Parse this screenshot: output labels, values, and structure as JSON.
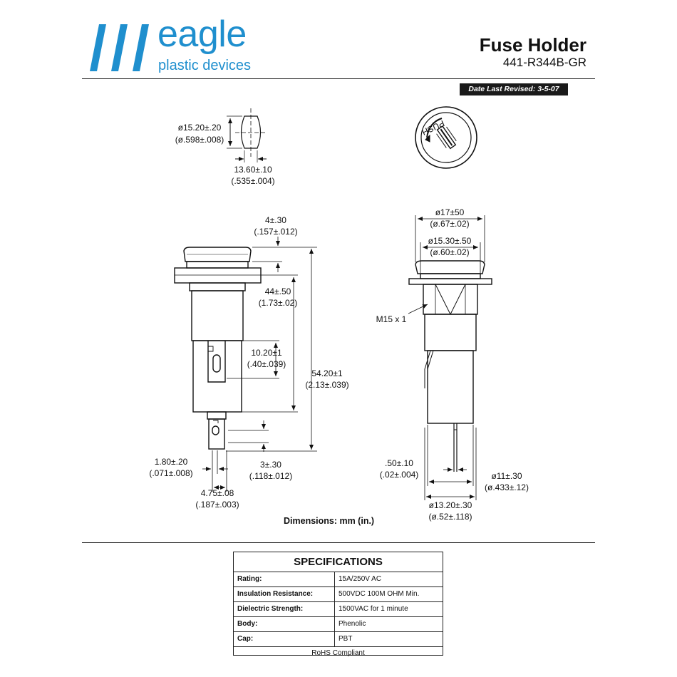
{
  "brand": {
    "word": "eagle",
    "sub": "plastic devices",
    "color": "#1f8fce"
  },
  "header": {
    "title": "Fuse Holder",
    "part_number": "441-R344B-GR",
    "revised": "Date Last Revised:  3-5-07"
  },
  "cap_label": "PUSH",
  "dims": {
    "top_dia": "ø15.20±.20",
    "top_dia_in": "(ø.598±.008)",
    "flat": "13.60±.10",
    "flat_in": "(.535±.004)",
    "cap_h": "4±.30",
    "cap_h_in": "(.157±.012)",
    "body_len": "44±.50",
    "body_len_in": "(1.73±.02)",
    "tab_len": "10.20±1",
    "tab_len_in": "(.40±.039)",
    "overall": "54.20±1",
    "overall_in": "(2.13±.039)",
    "pin_w": "1.80±.20",
    "pin_w_in": "(.071±.008)",
    "pin_h": "3±.30",
    "pin_h_in": "(.118±.012)",
    "pin_len": "4.75±.08",
    "pin_len_in": "(.187±.003)",
    "flange_dia": "ø17±50",
    "flange_dia_in": "(ø.67±.02)",
    "cap_dia": "ø15.30±.50",
    "cap_dia_in": "(ø.60±.02)",
    "thread": "M15 x 1",
    "term": ".50±.10",
    "term_in": "(.02±.004)",
    "body_dia": "ø11±.30",
    "body_dia_in": "(ø.433±.12)",
    "base_dia": "ø13.20±.30",
    "base_dia_in": "(ø.52±.118)"
  },
  "dimensions_caption": "Dimensions: mm (in.)",
  "specs": {
    "title": "SPECIFICATIONS",
    "rows": [
      {
        "label": "Rating:",
        "value": "15A/250V AC"
      },
      {
        "label": "Insulation Resistance:",
        "value": "500VDC 100M OHM Min."
      },
      {
        "label": "Dielectric Strength:",
        "value": "1500VAC for 1 minute"
      },
      {
        "label": "Body:",
        "value": "Phenolic"
      },
      {
        "label": "Cap:",
        "value": "PBT"
      }
    ],
    "footer": "RoHS Compliant"
  }
}
